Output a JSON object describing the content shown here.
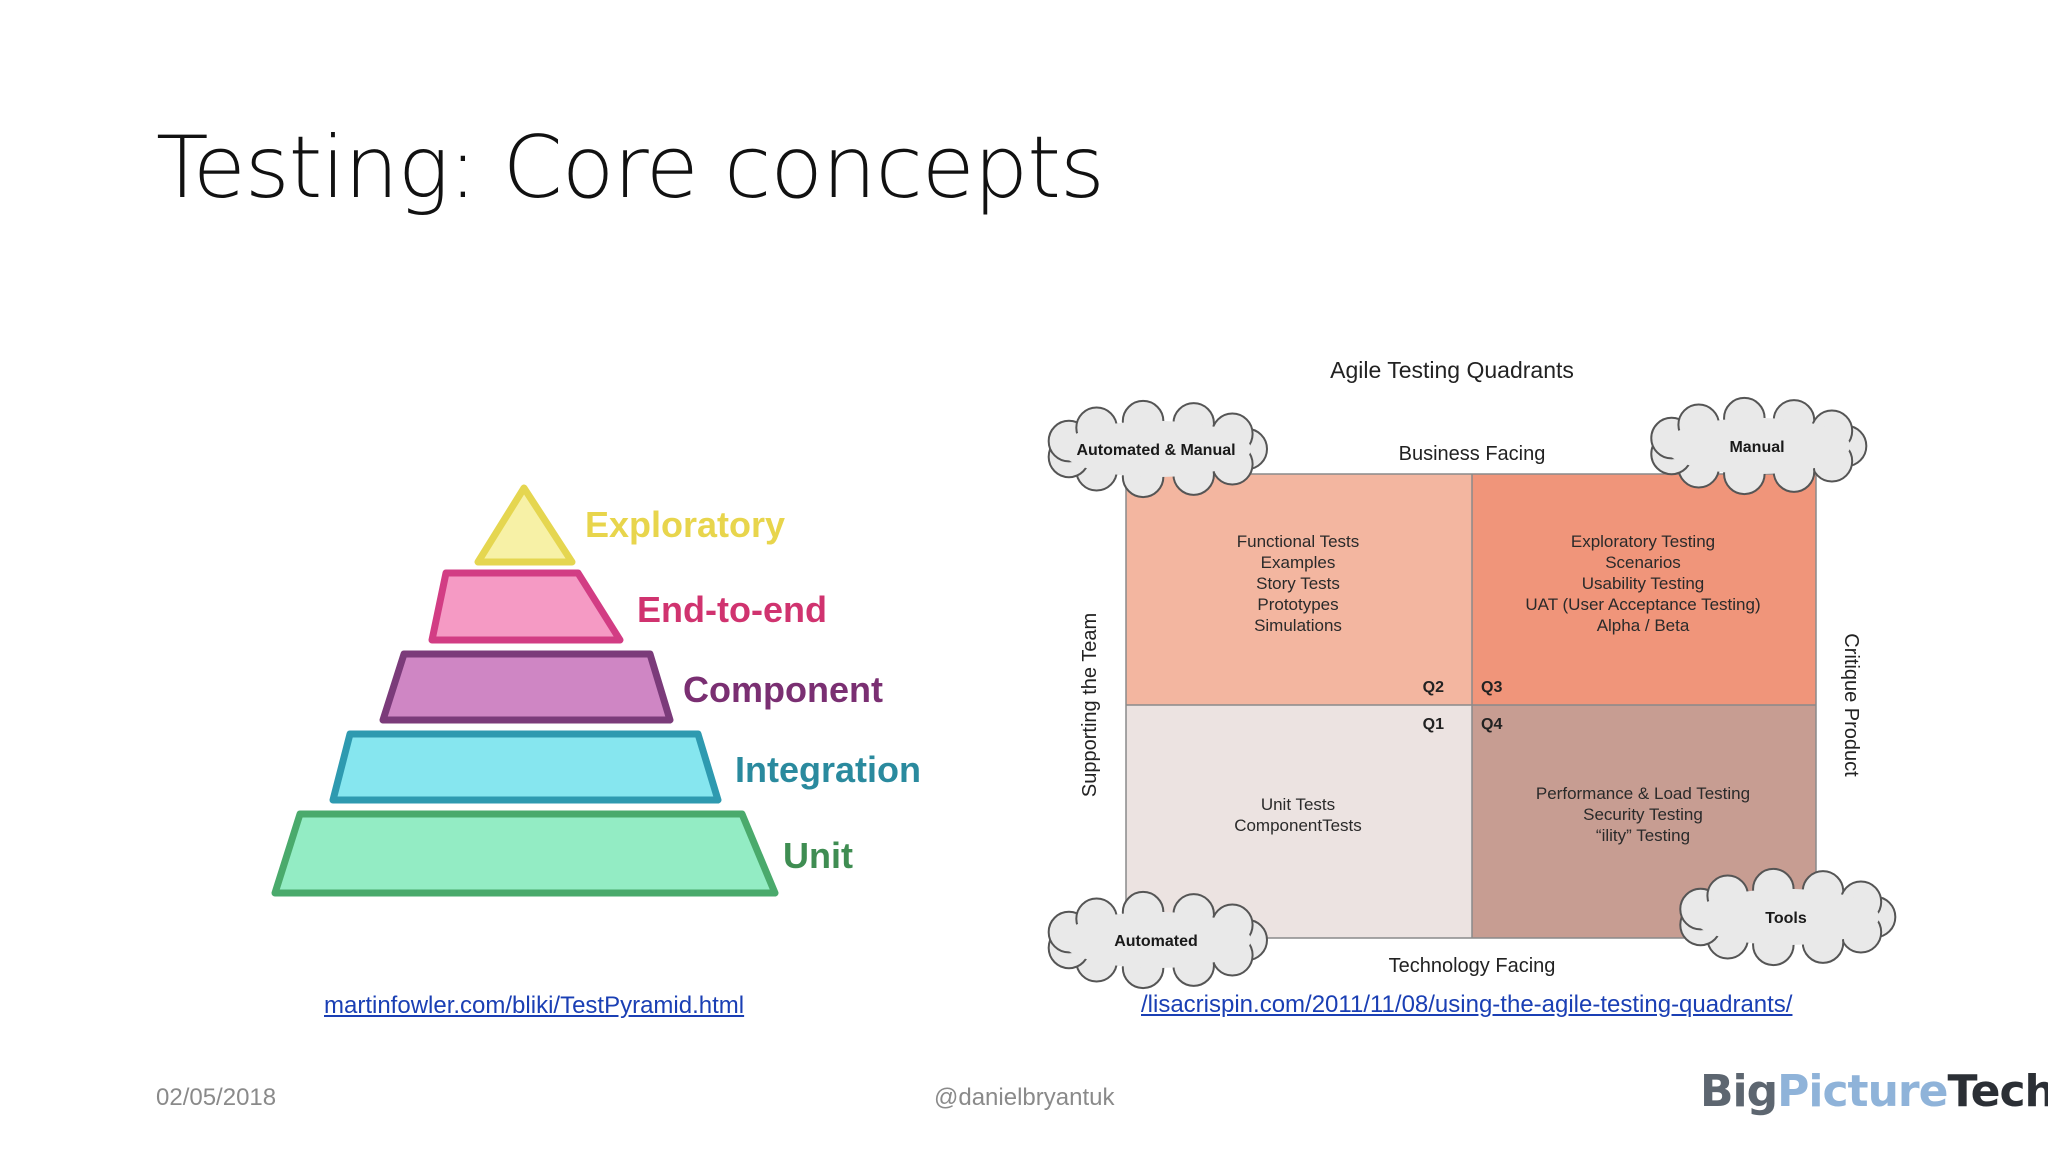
{
  "slide": {
    "title": "Testing: Core concepts",
    "footer_date": "02/05/2018",
    "footer_handle": "@danielbryantuk",
    "logo": {
      "part1": "Big",
      "part2": "Picture",
      "part3": "Tech",
      "colors": {
        "part1": "#5d6670",
        "part2": "#8fb3d9",
        "part3": "#2b2f35"
      }
    }
  },
  "pyramid": {
    "levels": [
      {
        "label": "Exploratory",
        "fill": "#f7f1a6",
        "stroke": "#e5d650",
        "text_color": "#e8d54c"
      },
      {
        "label": "End-to-end",
        "fill": "#f59ac4",
        "stroke": "#d23d84",
        "text_color": "#d0336f"
      },
      {
        "label": "Component",
        "fill": "#cf86c4",
        "stroke": "#7b3b7a",
        "text_color": "#7a2f72"
      },
      {
        "label": "Integration",
        "fill": "#86e6ef",
        "stroke": "#2e9ab0",
        "text_color": "#2a8a9e"
      },
      {
        "label": "Unit",
        "fill": "#93ecc4",
        "stroke": "#4aaa6c",
        "text_color": "#3f8d52"
      }
    ],
    "link": "martinfowler.com/bliki/TestPyramid.html"
  },
  "quadrants": {
    "title": "Agile Testing Quadrants",
    "top_axis": "Business Facing",
    "bottom_axis": "Technology Facing",
    "left_axis": "Supporting the Team",
    "right_axis": "Critique Product",
    "clouds": {
      "top_left": "Automated & Manual",
      "top_right": "Manual",
      "bottom_left": "Automated",
      "bottom_right": "Tools"
    },
    "cells": [
      {
        "id": "Q2",
        "fill": "#f3b6a0",
        "lines": [
          "Functional Tests",
          "Examples",
          "Story Tests",
          "Prototypes",
          "Simulations"
        ]
      },
      {
        "id": "Q3",
        "fill": "#f0957a",
        "lines": [
          "Exploratory Testing",
          "Scenarios",
          "Usability Testing",
          "UAT (User Acceptance Testing)",
          "Alpha / Beta"
        ]
      },
      {
        "id": "Q1",
        "fill": "#ece3e1",
        "lines": [
          "Unit Tests",
          "ComponentTests"
        ]
      },
      {
        "id": "Q4",
        "fill": "#c79d92",
        "lines": [
          "Performance & Load Testing",
          "Security Testing",
          "“ility” Testing"
        ]
      }
    ],
    "link": "/lisacrispin.com/2011/11/08/using-the-agile-testing-quadrants/"
  }
}
